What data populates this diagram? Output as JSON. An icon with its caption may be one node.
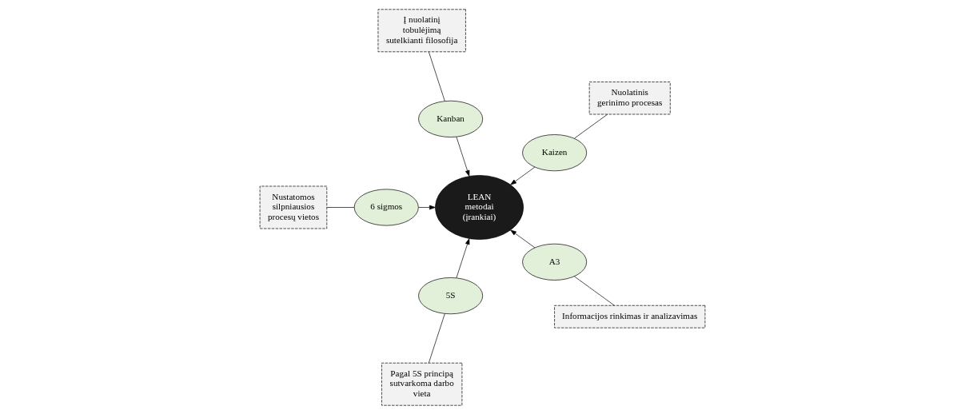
{
  "diagram": {
    "nodes": [
      {
        "text": [
          "Kaizen"
        ]
      },
      {
        "text": [
          "Kanban"
        ]
      },
      {
        "text": [
          "Nuolatinis gerinimo procesas"
        ]
      },
      {
        "text": [
          "Į nuolatinį tobulėjimą sutelkianti filosofija"
        ]
      },
      {
        "text": [
          "LEAN metodai (įrankiai)"
        ]
      },
      {
        "text": [
          "Nustatomos silpniausios procesų vietos"
        ]
      },
      {
        "text": [
          "Pagal 5S principą sutvarkoma darbo vieta"
        ]
      },
      {
        "text": [
          "6 sigmos"
        ]
      },
      {
        "text": [
          "5S"
        ]
      },
      {
        "text": [
          "A3"
        ]
      },
      {
        "text": [
          "Informacijos rinkimas ir analizavimas"
        ]
      }
    ],
    "edges": [
      {
        "from": 0,
        "to": 4,
        "arrow": "to"
      },
      {
        "from": 1,
        "to": 4,
        "arrow": "to"
      },
      {
        "from": 7,
        "to": 4,
        "arrow": "to"
      },
      {
        "from": 8,
        "to": 4,
        "arrow": "to"
      },
      {
        "from": 9,
        "to": 4,
        "arrow": "to"
      },
      {
        "from": 2,
        "to": 0,
        "arrow": "none"
      },
      {
        "from": 3,
        "to": 1,
        "arrow": "none"
      },
      {
        "from": 5,
        "to": 7,
        "arrow": "none"
      },
      {
        "from": 6,
        "to": 8,
        "arrow": "none"
      },
      {
        "from": 10,
        "to": 9,
        "arrow": "none"
      }
    ]
  }
}
